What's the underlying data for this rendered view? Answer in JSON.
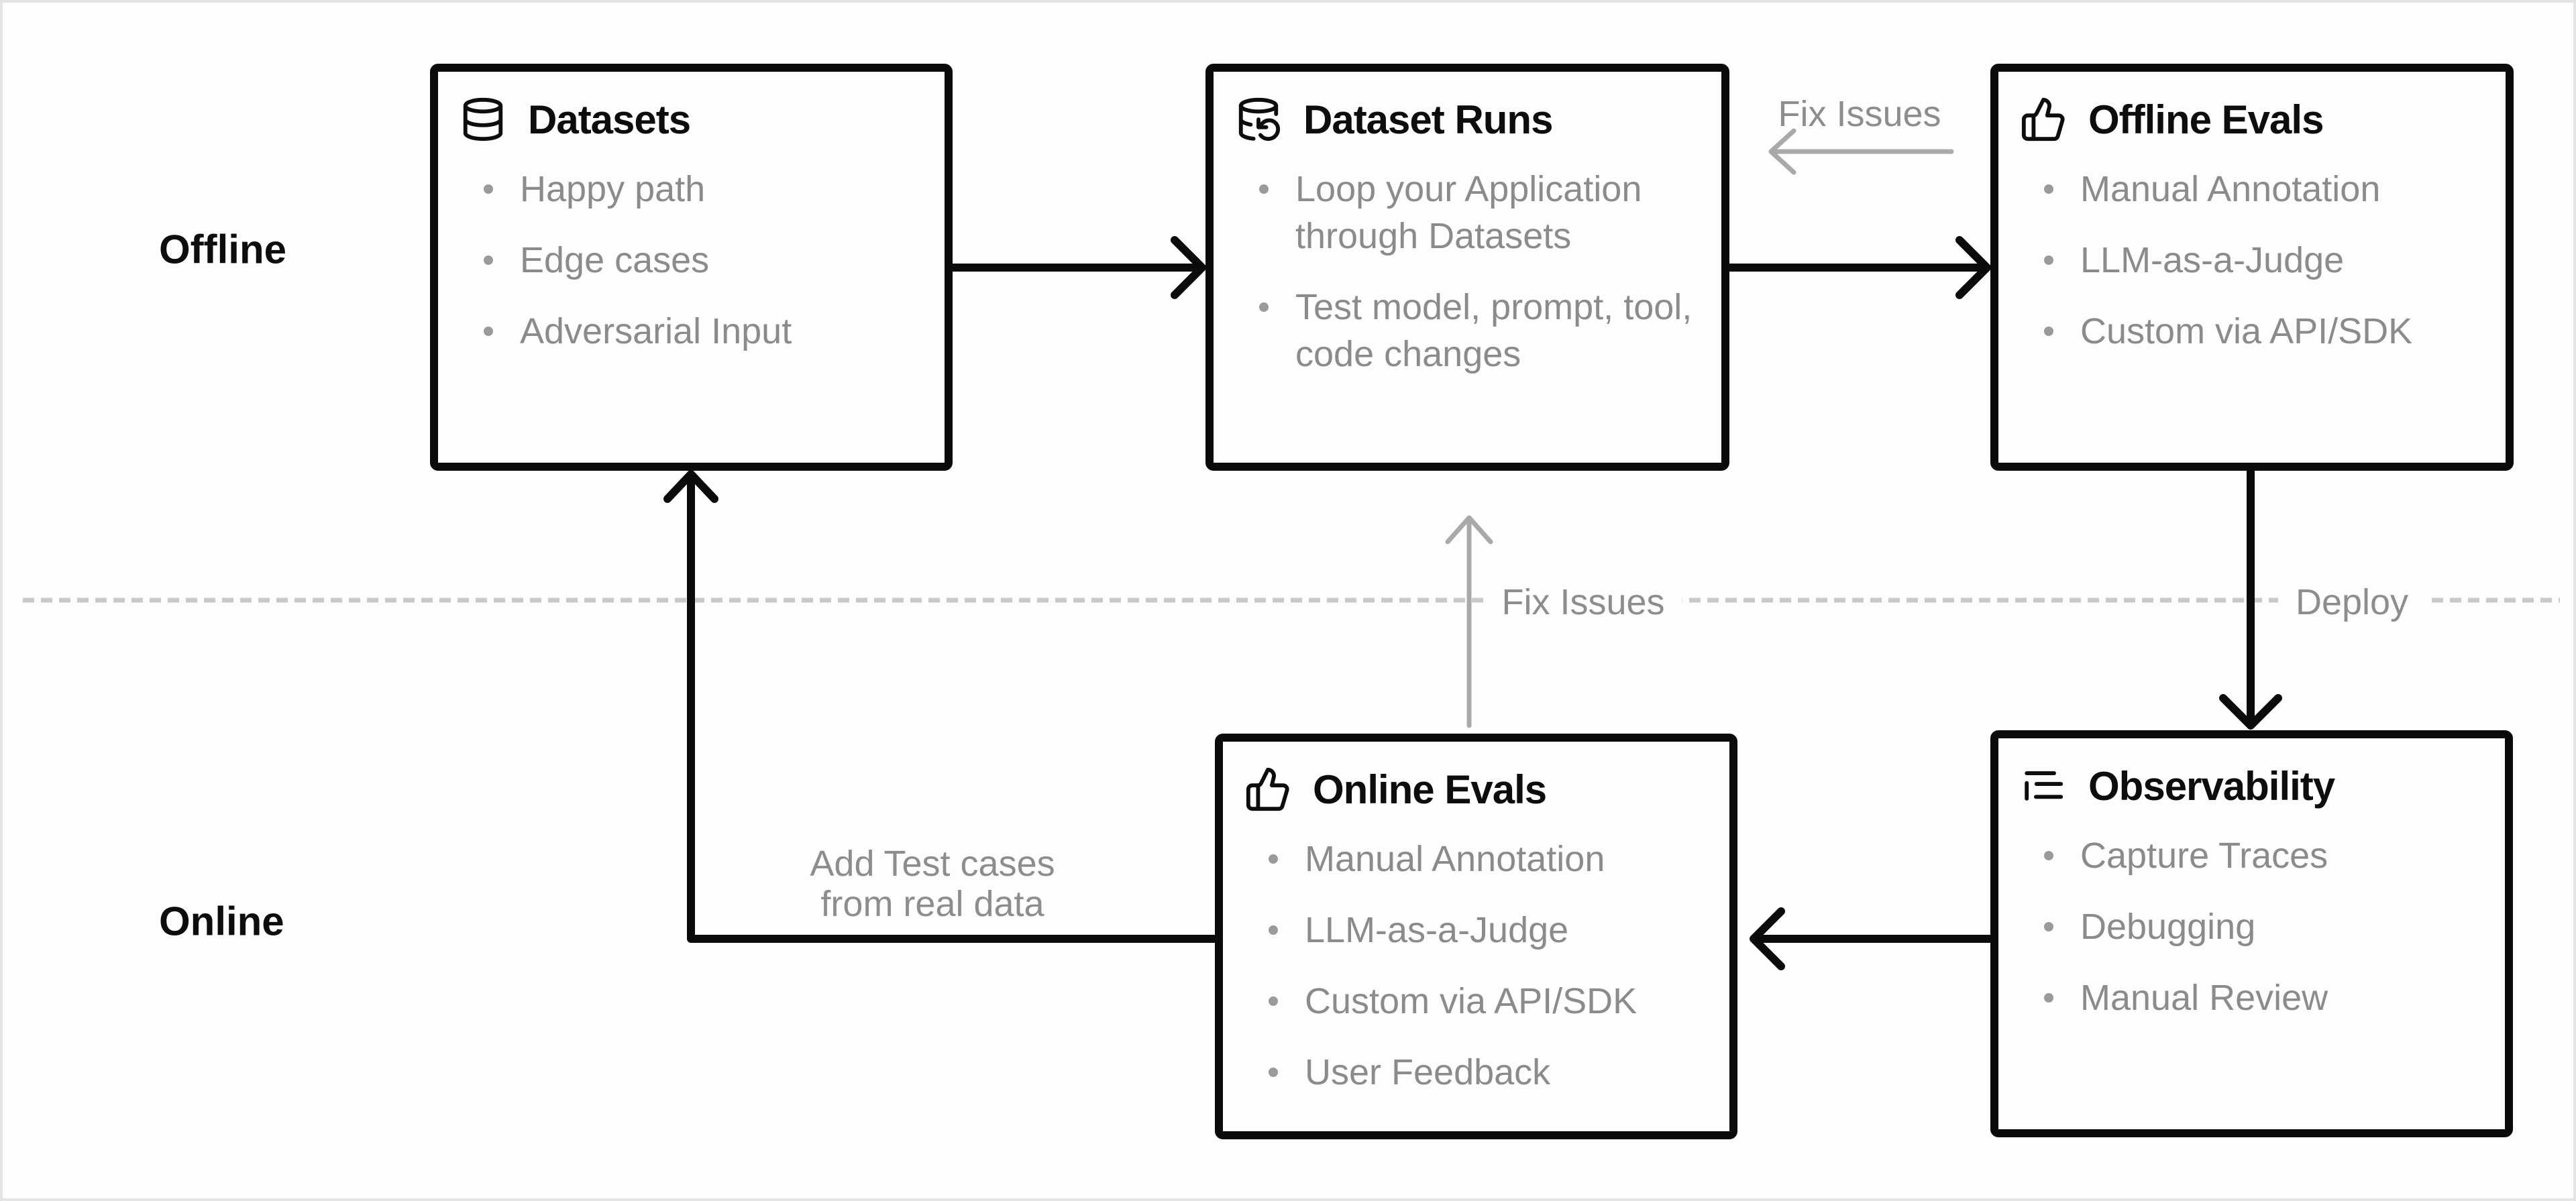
{
  "sections": {
    "offline_label": "Offline",
    "online_label": "Online"
  },
  "boxes": [
    {
      "title": "Datasets",
      "icon": "database-icon",
      "bullets": [
        [
          "Happy path"
        ],
        [
          "Edge cases"
        ],
        [
          "Adversarial Input"
        ]
      ]
    },
    {
      "title": "Dataset Runs",
      "icon": "database-loop-icon",
      "bullets": [
        [
          "Loop your Application",
          "through Datasets"
        ],
        [
          "Test model, prompt, tool,",
          "code changes"
        ]
      ]
    },
    {
      "title": "Offline Evals",
      "icon": "thumbs-up-icon",
      "bullets": [
        [
          "Manual Annotation"
        ],
        [
          "LLM-as-a-Judge"
        ],
        [
          "Custom via API/SDK"
        ]
      ]
    },
    {
      "title": "Online Evals",
      "icon": "thumbs-up-icon",
      "bullets": [
        [
          "Manual Annotation"
        ],
        [
          "LLM-as-a-Judge"
        ],
        [
          "Custom via API/SDK"
        ],
        [
          "User Feedback"
        ]
      ]
    },
    {
      "title": "Observability",
      "icon": "trace-list-icon",
      "bullets": [
        [
          "Capture Traces"
        ],
        [
          "Debugging"
        ],
        [
          "Manual Review"
        ]
      ]
    }
  ],
  "edges": {
    "fix_issues_top": "Fix Issues",
    "fix_issues_mid": "Fix Issues",
    "deploy": "Deploy",
    "add_test_cases": [
      "Add Test cases",
      "from real data"
    ]
  },
  "colors": {
    "black_arrow": "#0b0b0b",
    "gray_arrow": "#a9a9a9",
    "dashed_divider": "#c9c9c9",
    "title_text": "#0d0d0d",
    "bullet_text": "#8b8b8b",
    "muted_label": "#8d8d8d",
    "canvas_bg": "#fdfdfd"
  }
}
